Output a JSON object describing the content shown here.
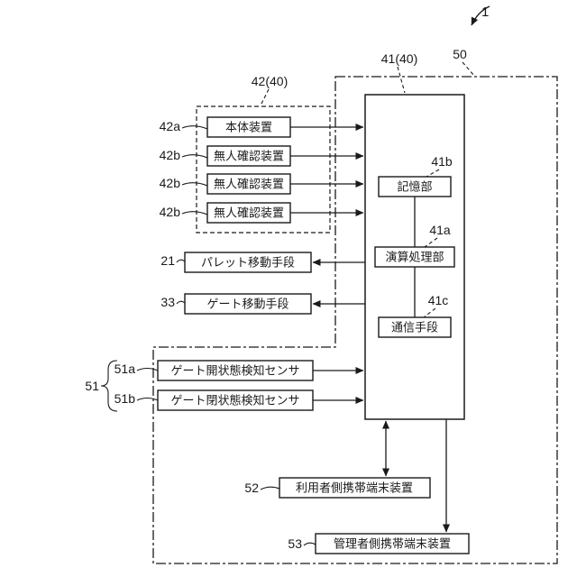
{
  "figure_ref": "1",
  "refs": {
    "g42": "42(40)",
    "b41": "41(40)",
    "b50": "50",
    "a42a": "42a",
    "a42b1": "42b",
    "a42b2": "42b",
    "a42b3": "42b",
    "n41b": "41b",
    "n41a": "41a",
    "n41c": "41c",
    "n21": "21",
    "n33": "33",
    "n51": "51",
    "n51a": "51a",
    "n51b": "51b",
    "n52": "52",
    "n53": "53"
  },
  "blocks": {
    "main_unit": "本体装置",
    "unmanned_check_1": "無人確認装置",
    "unmanned_check_2": "無人確認装置",
    "unmanned_check_3": "無人確認装置",
    "storage": "記憶部",
    "processing": "演算処理部",
    "communication": "通信手段",
    "pallet_move": "パレット移動手段",
    "gate_move": "ゲート移動手段",
    "gate_open_sensor": "ゲート開状態検知センサ",
    "gate_closed_sensor": "ゲート閉状態検知センサ",
    "user_terminal": "利用者側携帯端末装置",
    "admin_terminal": "管理者側携帯端末装置"
  },
  "colors": {
    "line": "#1a1a1a",
    "background": "#ffffff"
  }
}
